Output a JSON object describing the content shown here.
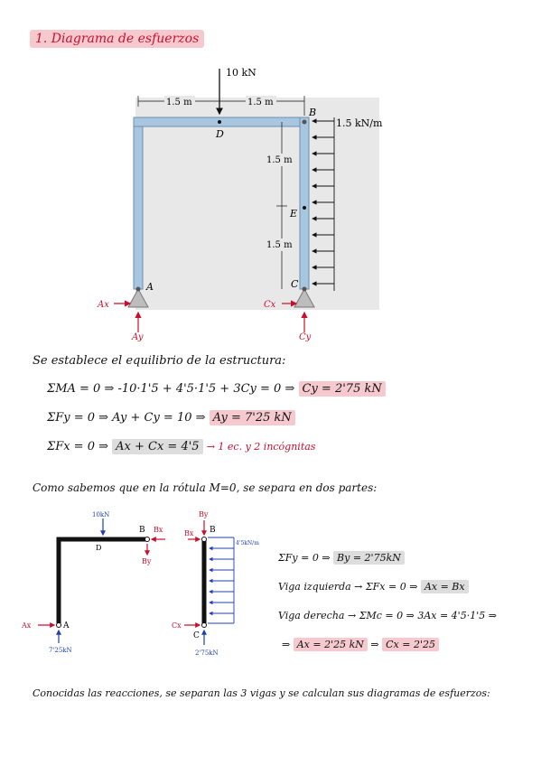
{
  "title": "1. Diagrama de esfuerzos",
  "frame": {
    "load_point": "10 kN",
    "dist_load": "1.5 kN/m",
    "dim_left": "1.5 m",
    "dim_right": "1.5 m",
    "dim_upper": "1.5 m",
    "dim_lower": "1.5 m",
    "label_A": "A",
    "label_B": "B",
    "label_C": "C",
    "label_D": "D",
    "label_E": "E",
    "label_Ax": "Ax",
    "label_Ay": "Ay",
    "label_Cx": "Cx",
    "label_Cy": "Cy"
  },
  "intro": "Se establece el equilibrio de la estructura:",
  "eq1": {
    "text": "ΣMA = 0 ⇒ -10·1'5 + 4'5·1'5 + 3Cy = 0 ⇒",
    "result": "Cy = 2'75 kN"
  },
  "eq2": {
    "text": "ΣFy = 0 ⇒ Ay + Cy = 10 ⇒",
    "result": "Ay = 7'25 kN"
  },
  "eq3": {
    "text": "ΣFx = 0 ⇒",
    "boxed": "Ax + Cx = 4'5",
    "note": "→ 1 ec. y 2 incógnitas"
  },
  "rotula": "Como sabemos que en la rótula M=0, se separa en dos partes:",
  "split": {
    "left_load": "10kN",
    "left_B": "B",
    "left_Bx": "Bx",
    "left_By": "By",
    "left_D": "D",
    "left_A": "A",
    "left_Ax": "Ax",
    "left_Ay": "7'25kN",
    "right_By": "By",
    "right_Bx": "Bx",
    "right_B": "B",
    "right_load": "4'5kN/m",
    "right_C": "C",
    "right_Cx": "Cx",
    "right_Cy": "2'75kN"
  },
  "side": {
    "s1_text": "ΣFy = 0 ⇒",
    "s1_result": "By = 2'75kN",
    "s2_text": "Viga izquierda → ΣFx = 0 ⇒",
    "s2_result": "Ax = Bx",
    "s3_text": "Viga derecha → ΣMc = 0 ⇒ 3Ax = 4'5·1'5 ⇒",
    "s4_pre": "⇒",
    "s4_result": "Ax = 2'25 kN",
    "s4_mid": "⇒",
    "s4_result2": "Cx = 2'25"
  },
  "closing": "Conocidas las reacciones, se separan las 3 vigas y se calculan sus diagramas de esfuerzos:",
  "colors": {
    "red": "#c8102e",
    "blue": "#1f3fb3",
    "highlight": "#f6c9cf",
    "frame": "#a9c6e0"
  }
}
